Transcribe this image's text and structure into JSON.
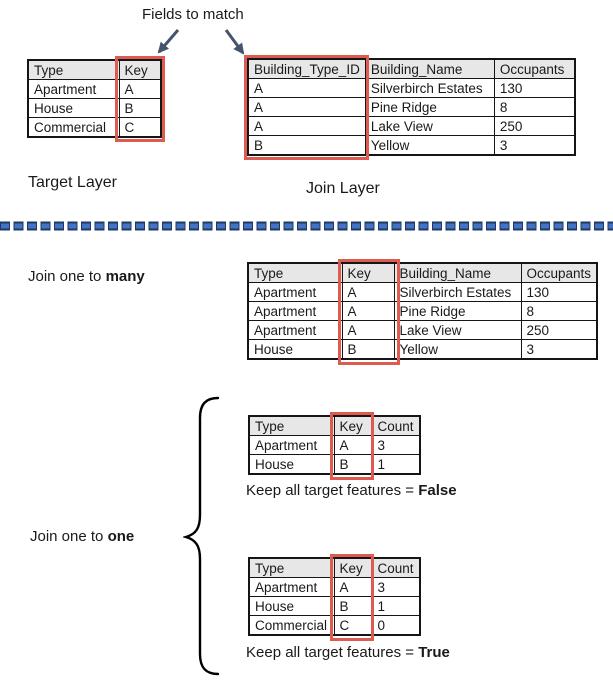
{
  "labels": {
    "fields_to_match": "Fields to match",
    "target_layer": "Target Layer",
    "join_layer": "Join Layer",
    "join_one_to_many": {
      "prefix": "Join one to ",
      "bold": "many"
    },
    "join_one_to_one": {
      "prefix": "Join one to ",
      "bold": "one"
    },
    "keep_false": {
      "prefix": "Keep all target features = ",
      "bold": "False"
    },
    "keep_true": {
      "prefix": "Keep all target features = ",
      "bold": "True"
    }
  },
  "tables": {
    "target": {
      "headers": [
        "Type",
        "Key"
      ],
      "rows": [
        [
          "Apartment",
          "A"
        ],
        [
          "House",
          "B"
        ],
        [
          "Commercial",
          "C"
        ]
      ],
      "highlighted_column": "Key"
    },
    "join": {
      "headers": [
        "Building_Type_ID",
        "Building_Name",
        "Occupants"
      ],
      "rows": [
        [
          "A",
          "Silverbirch Estates",
          "130"
        ],
        [
          "A",
          "Pine Ridge",
          "8"
        ],
        [
          "A",
          "Lake View",
          "250"
        ],
        [
          "B",
          "Yellow",
          "3"
        ]
      ],
      "highlighted_column": "Building_Type_ID"
    },
    "one_to_many": {
      "headers": [
        "Type",
        "Key",
        "Building_Name",
        "Occupants"
      ],
      "rows": [
        [
          "Apartment",
          "A",
          "Silverbirch Estates",
          "130"
        ],
        [
          "Apartment",
          "A",
          "Pine Ridge",
          "8"
        ],
        [
          "Apartment",
          "A",
          "Lake View",
          "250"
        ],
        [
          "House",
          "B",
          "Yellow",
          "3"
        ]
      ],
      "highlighted_column": "Key"
    },
    "one_to_one_false": {
      "headers": [
        "Type",
        "Key",
        "Count"
      ],
      "rows": [
        [
          "Apartment",
          "A",
          "3"
        ],
        [
          "House",
          "B",
          "1"
        ]
      ],
      "highlighted_column": "Key"
    },
    "one_to_one_true": {
      "headers": [
        "Type",
        "Key",
        "Count"
      ],
      "rows": [
        [
          "Apartment",
          "A",
          "3"
        ],
        [
          "House",
          "B",
          "1"
        ],
        [
          "Commercial",
          "C",
          "0"
        ]
      ],
      "highlighted_column": "Key"
    }
  },
  "colors": {
    "highlight_red": "#DE5B52",
    "header_fill": "#E8E7E7",
    "arrow": "#44546A",
    "divider_blue": "#4472C4",
    "divider_dark": "#1F3864"
  }
}
